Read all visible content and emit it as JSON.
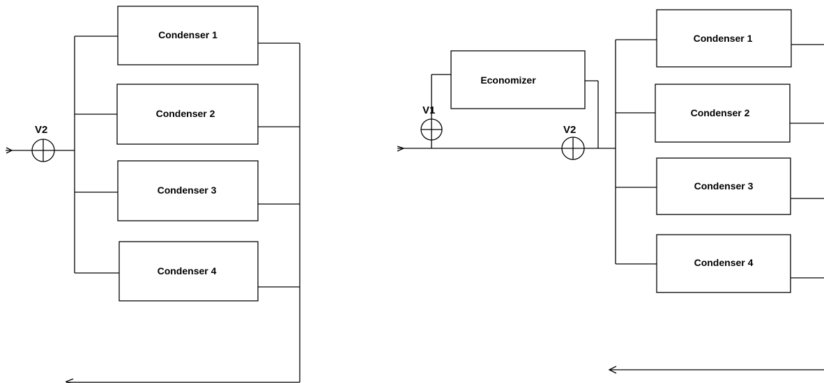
{
  "left_diagram": {
    "valve": {
      "label": "V2"
    },
    "condensers": [
      {
        "label": "Condenser 1"
      },
      {
        "label": "Condenser 2"
      },
      {
        "label": "Condenser 3"
      },
      {
        "label": "Condenser 4"
      }
    ]
  },
  "right_diagram": {
    "economizer": {
      "label": "Economizer"
    },
    "valve_1": {
      "label": "V1"
    },
    "valve_2": {
      "label": "V2"
    },
    "condensers": [
      {
        "label": "Condenser 1"
      },
      {
        "label": "Condenser 2"
      },
      {
        "label": "Condenser 3"
      },
      {
        "label": "Condenser 4"
      }
    ]
  },
  "colors": {
    "stroke": "#000000",
    "background": "#ffffff"
  }
}
